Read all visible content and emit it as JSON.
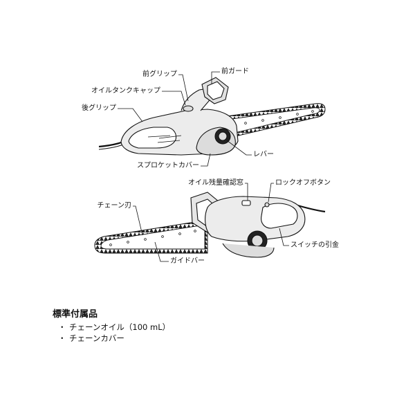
{
  "labels": {
    "front_grip": "前グリップ",
    "front_guard": "前ガード",
    "oil_tank_cap": "オイルタンクキャップ",
    "rear_grip": "後グリップ",
    "lever": "レバー",
    "sprocket_cover": "スプロケットカバー",
    "oil_window": "オイル残量確認窓",
    "lockoff_button": "ロックオフボタン",
    "chain_blade": "チェーン刃",
    "switch_trigger": "スイッチの引金",
    "guide_bar": "ガイドバー"
  },
  "accessories": {
    "title": "標準付属品",
    "bullet": "・",
    "items": [
      "チェーンオイル（100 mL）",
      "チェーンカバー"
    ]
  },
  "colors": {
    "ink": "#111111",
    "body_fill": "#e9e9e9",
    "chain_fill": "#ffffff"
  }
}
